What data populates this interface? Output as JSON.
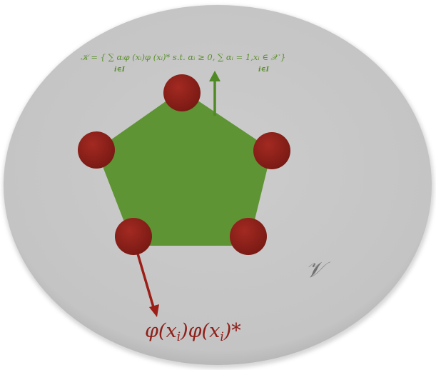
{
  "colors": {
    "ellipse_fill": "#c8c8c8",
    "ellipse_shadow": "#8a8a8a",
    "polygon_fill": "#5e9433",
    "formula_text": "#5a8f2a",
    "vertex_fill": "#8e1f1a",
    "vertex_stroke": "#6d1410",
    "arrow_green": "#4f8a26",
    "arrow_red": "#9c1e16",
    "label_gray": "#707070",
    "label_red": "#8e1f1a"
  },
  "formula": {
    "main": "𝒦 = { ∑ αᵢφ (xᵢ)φ (xᵢ)* s.t. αᵢ ≥ 0, ∑ αᵢ = 1,xᵢ ∈ 𝒳 }",
    "sum_index_1": "i∈I",
    "sum_index_2": "i∈I"
  },
  "set_label": "𝒱",
  "map_label": {
    "phi": "φ(x",
    "sub1": "i",
    "middle": ")φ(x",
    "sub2": "i",
    "end": ")*"
  },
  "vertices_count": 5,
  "icons": [
    "up-arrow-icon",
    "down-arrow-icon"
  ]
}
